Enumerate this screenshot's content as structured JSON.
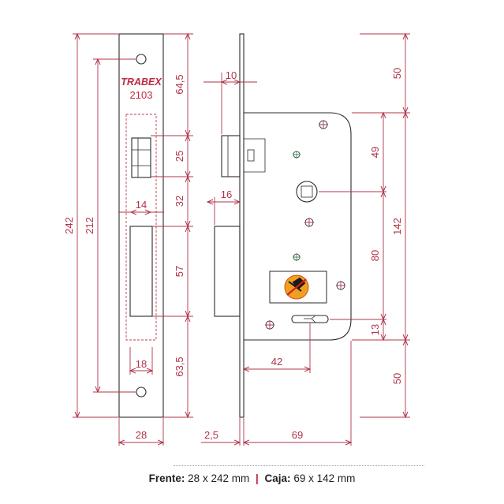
{
  "brand": {
    "name": "TRABEX",
    "model": "2103"
  },
  "dimensions": {
    "front_height": "242",
    "hole_spacing": "212",
    "front_width": "28",
    "top_to_latch": "64,5",
    "latch_height": "25",
    "gap_latch_bolt": "32",
    "bolt_height": "57",
    "bottom_to_bolt": "63,5",
    "latch_width": "14",
    "bolt_width": "18",
    "latch_projection": "10",
    "bolt_projection": "16",
    "front_thickness": "2,5",
    "backset": "69",
    "key_backset": "42",
    "top_margin": "50",
    "handle_offset": "49",
    "case_height": "142",
    "handle_to_key": "80",
    "key_to_bottom": "13",
    "bottom_margin": "50"
  },
  "footer": {
    "front_label": "Frente:",
    "front_value": "28 x 242 mm",
    "separator": "|",
    "case_label": "Caja:",
    "case_value": "69 x 142 mm"
  },
  "colors": {
    "dimension": "#b0344a",
    "brand": "#c0283f",
    "outline": "#2a2a2a",
    "warning_badge": "#f0a020"
  }
}
